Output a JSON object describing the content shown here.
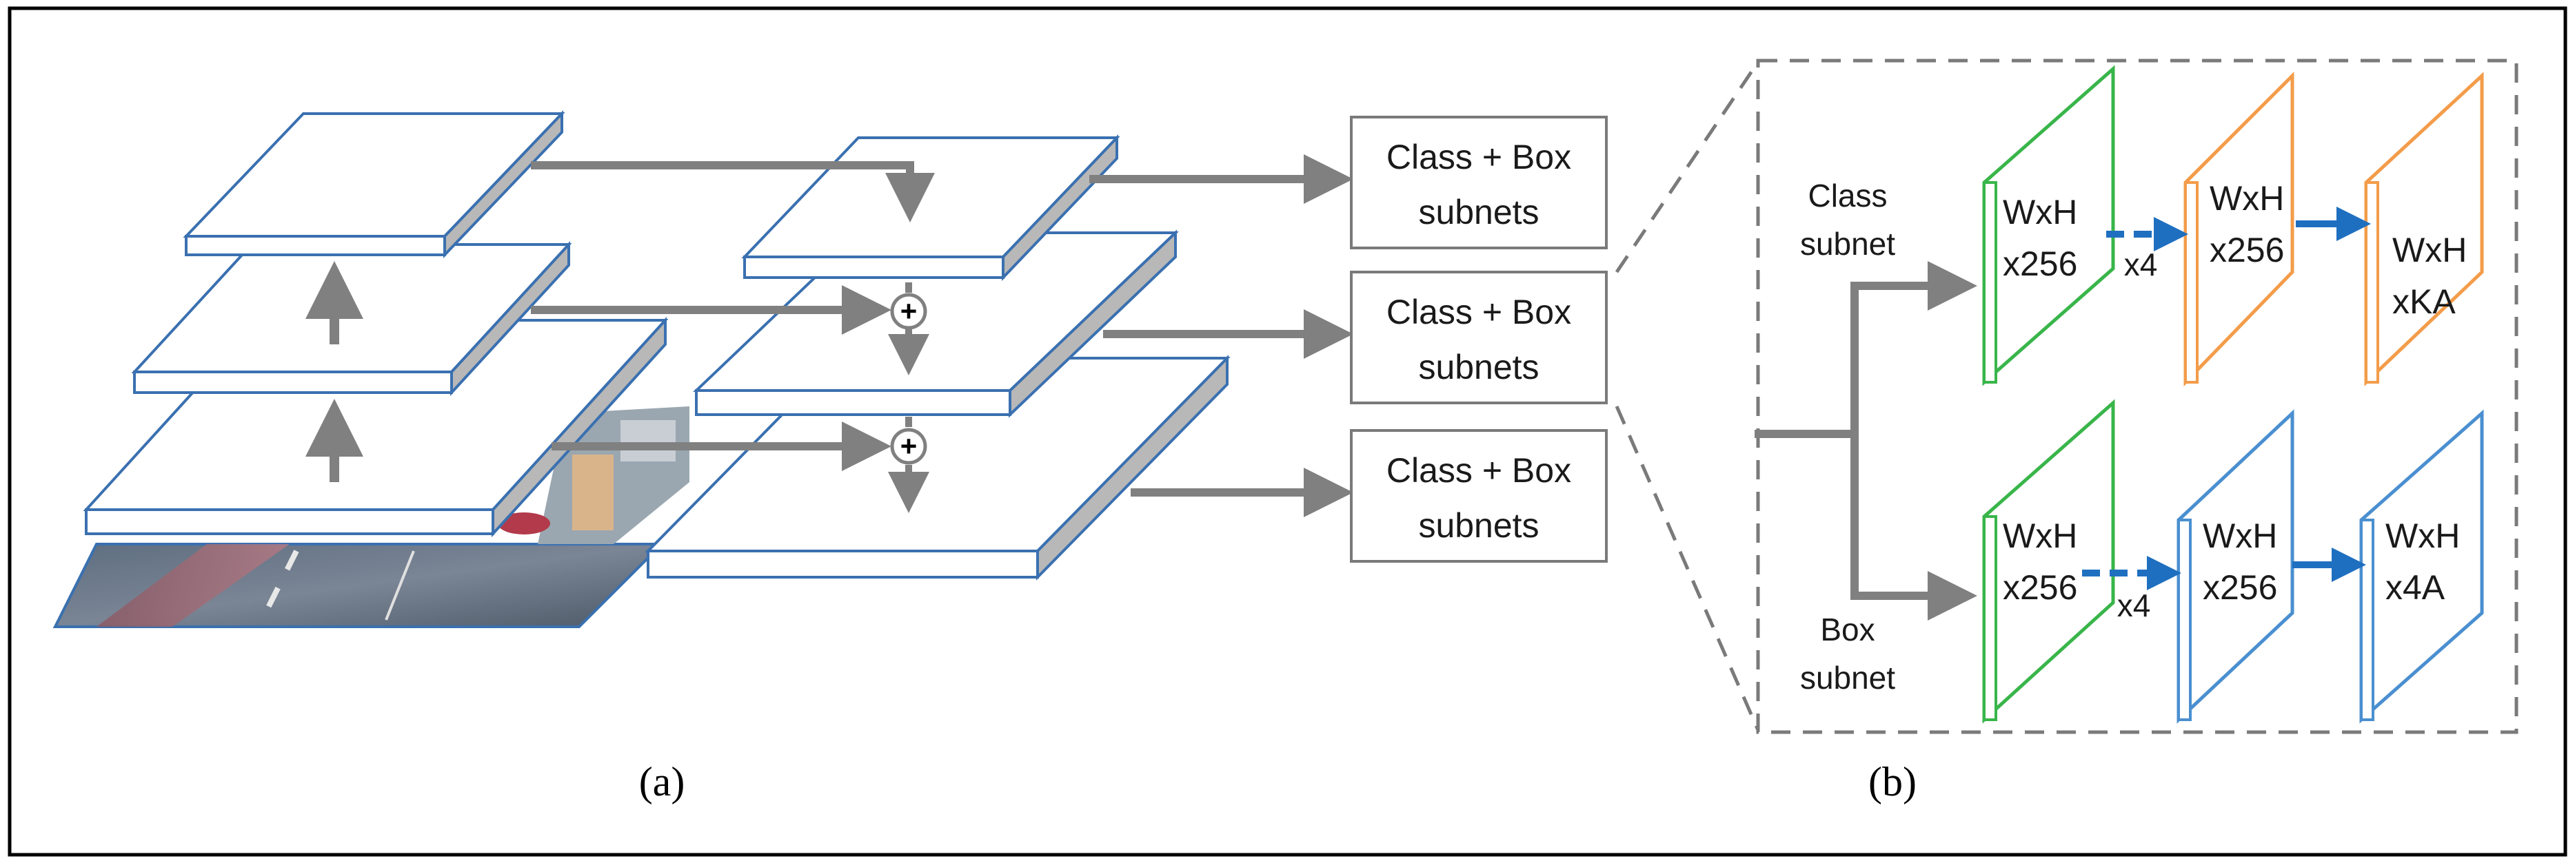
{
  "panel_a": {
    "caption": "(a)",
    "subnet_boxes": [
      {
        "line1": "Class + Box",
        "line2": "subnets"
      },
      {
        "line1": "Class + Box",
        "line2": "subnets"
      },
      {
        "line1": "Class + Box",
        "line2": "subnets"
      }
    ],
    "merge_symbol": "+"
  },
  "panel_b": {
    "caption": "(b)",
    "class_branch": {
      "line1": "Class",
      "line2": "subnet"
    },
    "box_branch": {
      "line1": "Box",
      "line2": "subnet"
    },
    "class_row": [
      {
        "line1": "WxH",
        "line2": "x256"
      },
      {
        "line1": "WxH",
        "line2": "x256"
      },
      {
        "line1": "WxH",
        "line2": "xKA"
      }
    ],
    "box_row": [
      {
        "line1": "WxH",
        "line2": "x256"
      },
      {
        "line1": "WxH",
        "line2": "x256"
      },
      {
        "line1": "WxH",
        "line2": "x4A"
      }
    ],
    "repeat_label_class": "x4",
    "repeat_label_box": "x4"
  },
  "colors": {
    "frame": "#000000",
    "slab_edge": "#3a70b0",
    "slab_side": "#b8b8b8",
    "arrow_gray": "#808080",
    "arrow_blue": "#1f6fc0",
    "green": "#39b54a",
    "orange": "#f39c4a",
    "blue": "#4a8fd0",
    "dash_box": "#7a7a7a"
  }
}
